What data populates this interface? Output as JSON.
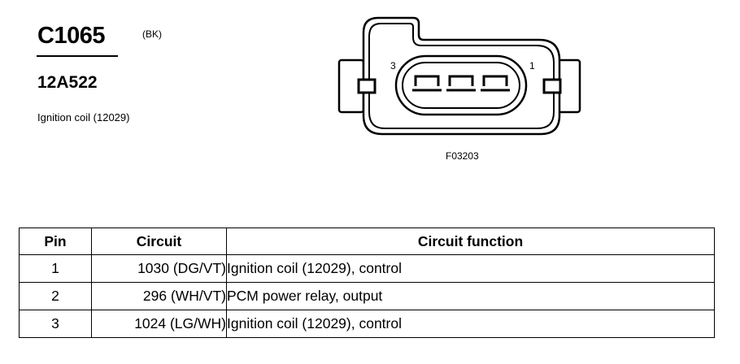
{
  "header": {
    "connector_id": "C1065",
    "connector_color": "(BK)",
    "part_number": "12A522",
    "description": "Ignition coil (12029)"
  },
  "diagram": {
    "pin_left_label": "3",
    "pin_right_label": "1",
    "figure_id": "F03203"
  },
  "table": {
    "headers": {
      "pin": "Pin",
      "circuit": "Circuit",
      "function": "Circuit function"
    },
    "rows": [
      {
        "pin": "1",
        "circuit": "1030 (DG/VT)",
        "function": "Ignition coil (12029), control"
      },
      {
        "pin": "2",
        "circuit": "296 (WH/VT)",
        "function": "PCM power relay, output"
      },
      {
        "pin": "3",
        "circuit": "1024 (LG/WH)",
        "function": "Ignition coil (12029), control"
      }
    ]
  }
}
